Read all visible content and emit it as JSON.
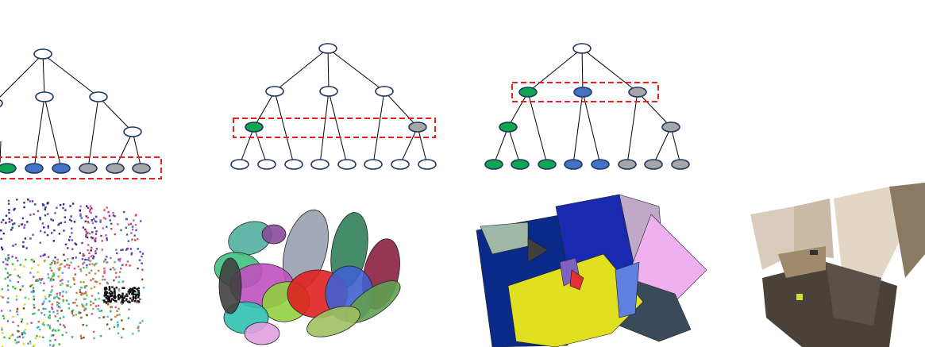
{
  "colors": {
    "green": "#10a550",
    "blue": "#4472c4",
    "gray": "#a6a6a6",
    "node_stroke": "#1f3864",
    "highlight": "#e82020",
    "edge": "#000000"
  },
  "trees": [
    {
      "name": "tree-leaf-level",
      "leaves": [
        "green",
        "blue",
        "blue",
        "gray",
        "gray",
        "gray"
      ],
      "highlight": "leaf-row"
    },
    {
      "name": "tree-mid-level",
      "highlight": "second-row"
    },
    {
      "name": "tree-top-level",
      "top": [
        "green",
        "blue",
        "gray"
      ],
      "second": [
        "green",
        "gray"
      ],
      "leaves": [
        "green",
        "green",
        "green",
        "blue",
        "blue",
        "gray",
        "gray",
        "gray"
      ],
      "highlight": "first-row"
    }
  ],
  "panels": [
    {
      "name": "segmented-point-cloud"
    },
    {
      "name": "ellipsoid-primitives"
    },
    {
      "name": "planar-segments"
    },
    {
      "name": "textured-room-mesh"
    }
  ]
}
